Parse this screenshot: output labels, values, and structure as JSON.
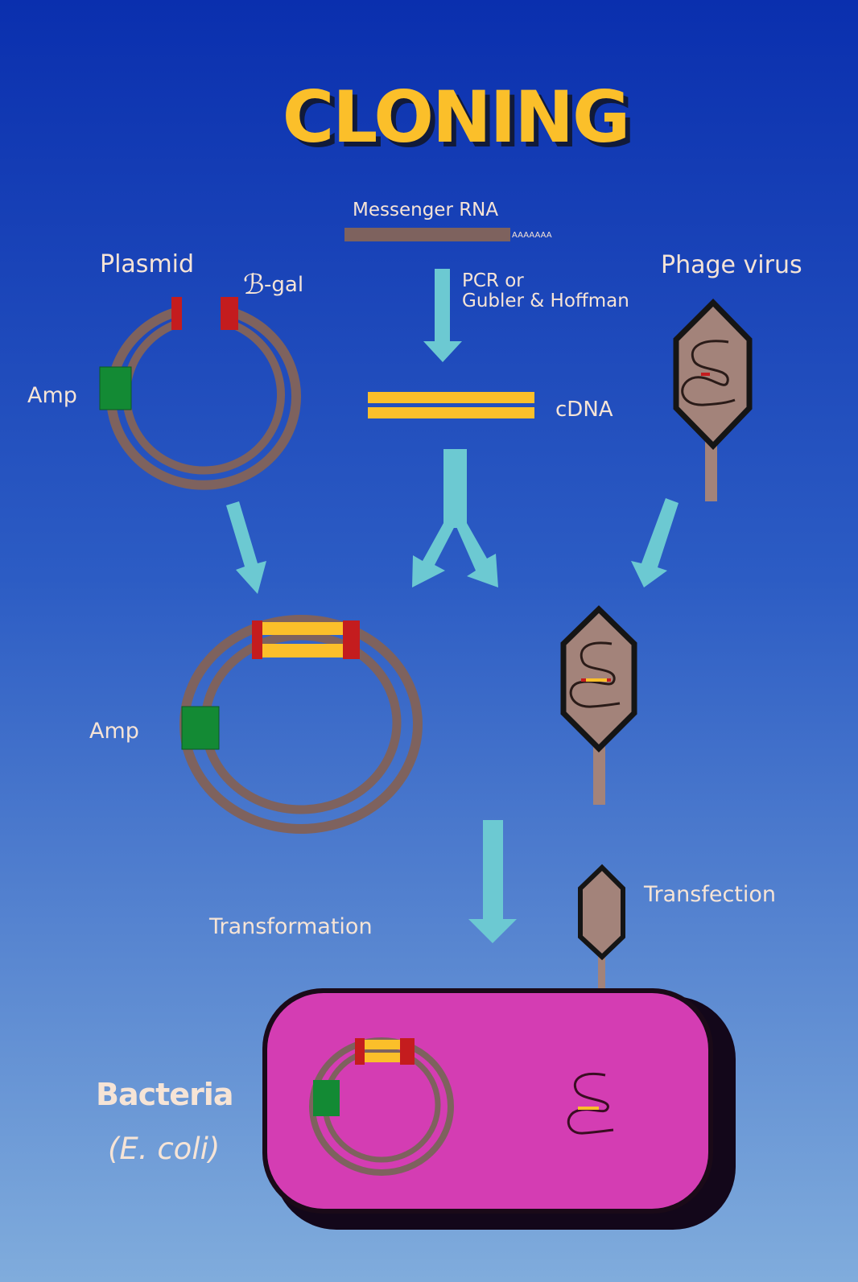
{
  "title": "CLONING",
  "colors": {
    "background_top": "#0a2fae",
    "background_mid": "#2c5cc4",
    "background_bottom": "#80acdc",
    "title": "#fbbf2a",
    "label": "#f6e4d6",
    "arrow": "#6cc9d2",
    "dna_brown": "#7e625e",
    "phage_fill": "#a3837a",
    "cdna_yellow": "#fbbf2a",
    "bgal_red": "#c41c1e",
    "amp_green": "#138a34",
    "bacteria_magenta": "#d43db3"
  },
  "mrna": {
    "label": "Messenger RNA",
    "polya_tail": "AAAAAAA"
  },
  "method": {
    "line1": "PCR or",
    "line2": "Gubler & Hoffman"
  },
  "cdna": {
    "label": "cDNA"
  },
  "plasmid": {
    "label": "Plasmid",
    "bgal_label_glyph": "ℬ",
    "bgal_label_suffix": "-gal",
    "amp_label": "Amp"
  },
  "phage": {
    "label": "Phage virus"
  },
  "recombinant_plasmid": {
    "amp_label": "Amp"
  },
  "steps": {
    "transformation": "Transformation",
    "transfection": "Transfection"
  },
  "bacteria": {
    "label": "Bacteria",
    "species": "(E.  coli)"
  }
}
